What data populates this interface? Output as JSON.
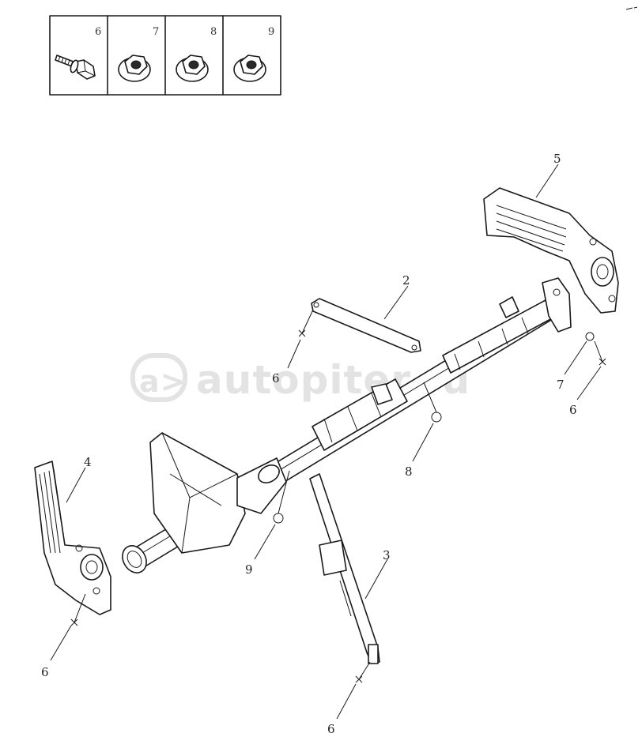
{
  "legend": {
    "cells": [
      {
        "num": "6",
        "part": "bolt-icon"
      },
      {
        "num": "7",
        "part": "flange-nut-icon"
      },
      {
        "num": "8",
        "part": "flange-nut-icon"
      },
      {
        "num": "9",
        "part": "flange-nut-icon"
      }
    ]
  },
  "callouts": {
    "c2": "2",
    "c3": "3",
    "c4": "4",
    "c5": "5",
    "c6a": "6",
    "c6b": "6",
    "c6c": "6",
    "c6d": "6",
    "c7": "7",
    "c8": "8",
    "c9": "9"
  },
  "watermark": {
    "text": "autopiter.ru",
    "logo_text": "a>"
  },
  "colors": {
    "line": "#1a1a1a",
    "watermark": "#e3e3e3"
  }
}
